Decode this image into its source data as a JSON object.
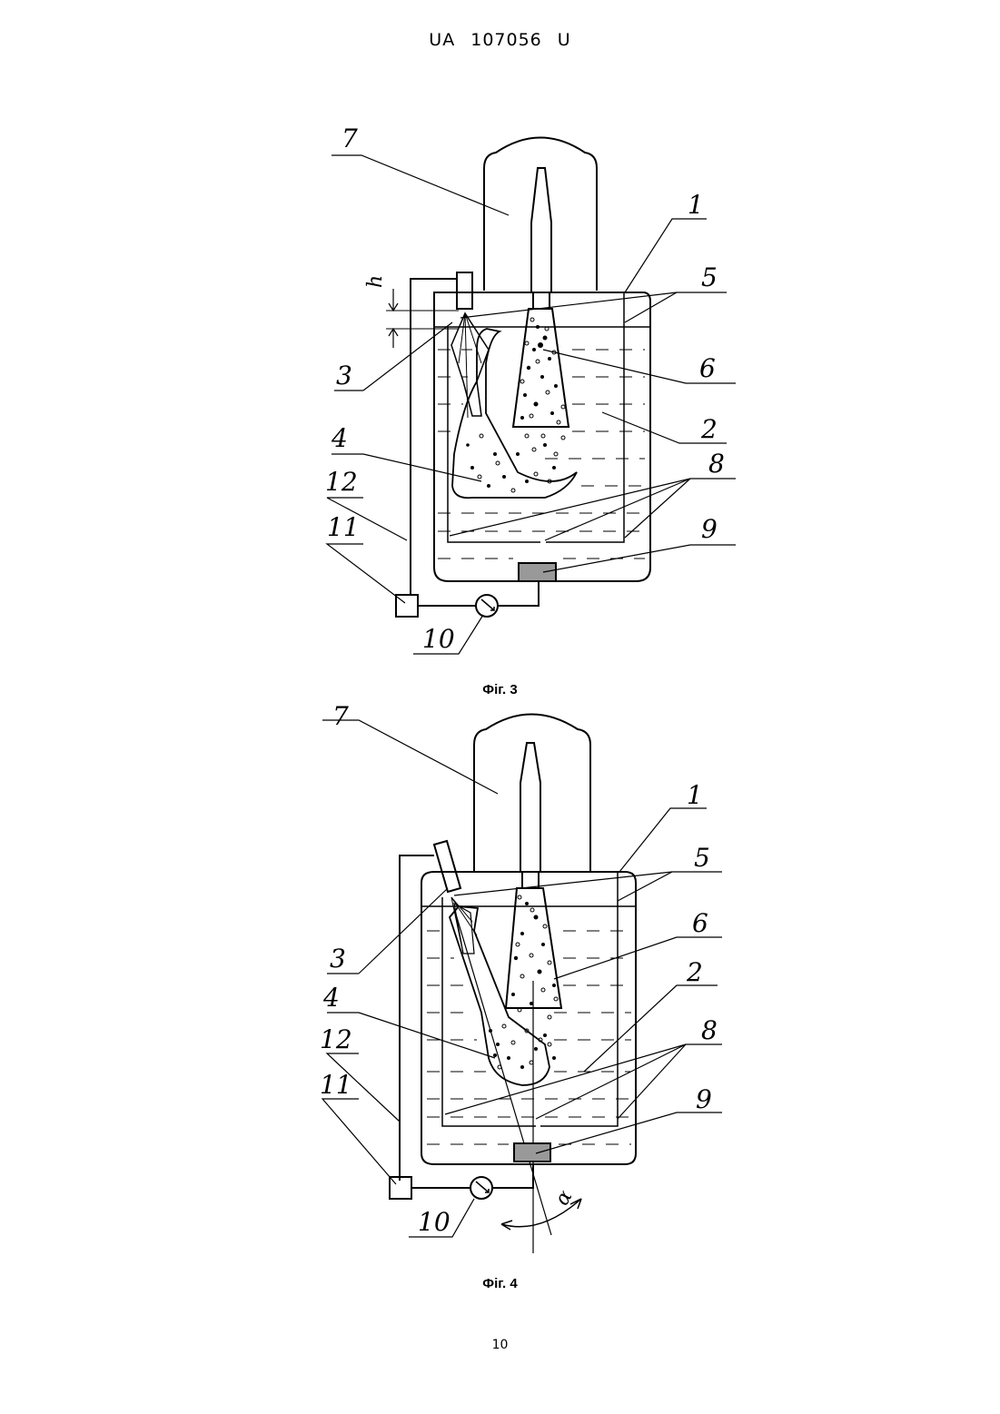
{
  "header": "UA   107056   U",
  "figures": [
    {
      "caption": "Фіг. 3",
      "callouts": [
        "1",
        "2",
        "3",
        "4",
        "5",
        "6",
        "7",
        "8",
        "9",
        "10",
        "11",
        "12"
      ],
      "symbol": "h"
    },
    {
      "caption": "Фіг. 4",
      "callouts": [
        "1",
        "2",
        "3",
        "4",
        "5",
        "6",
        "7",
        "8",
        "9",
        "10",
        "11",
        "12"
      ],
      "symbol": "α"
    }
  ],
  "page_number": "10"
}
